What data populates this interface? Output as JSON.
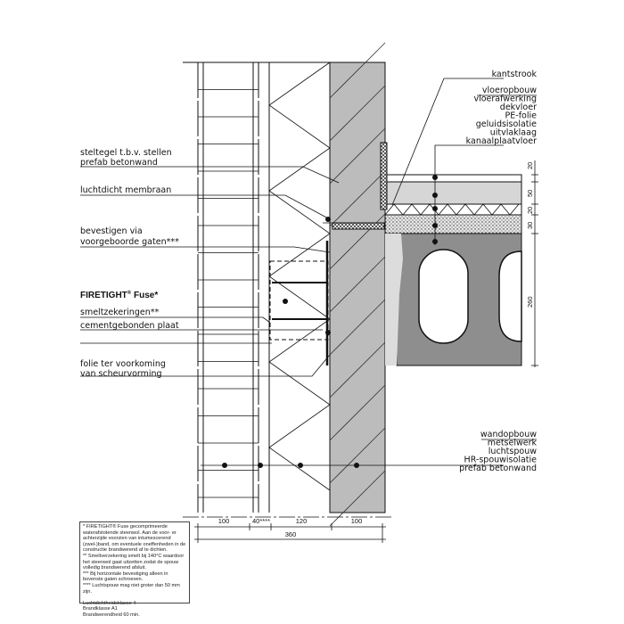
{
  "labels_left": {
    "steltegel": [
      "steltegel t.b.v. stellen",
      "prefab betonwand"
    ],
    "membraan": "luchtdicht membraan",
    "bevestigen": [
      "bevestigen via",
      "voorgeboorde gaten***"
    ],
    "firetight": "FIRETIGHT",
    "firetight_reg": "®",
    "firetight_suffix": " Fuse*",
    "smelt": "smeltzekeringen**",
    "cement": "cementgebonden plaat",
    "folie": [
      "folie ter voorkoming",
      "van scheurvorming"
    ]
  },
  "labels_right_top": {
    "kantstrook": "kantstrook",
    "items": [
      "vloeropbouw",
      "vloerafwerking",
      "dekvloer",
      "PE-folie",
      "geluidsisolatie",
      "uitvlaklaag",
      "kanaalplaatvloer"
    ]
  },
  "labels_right_bottom": [
    "wandopbouw",
    "metselwerk",
    "luchtspouw",
    "HR-spouwisolatie",
    "prefab betonwand"
  ],
  "dimensions_vertical": [
    "20",
    "50",
    "20",
    "30",
    "260"
  ],
  "dimensions_horizontal": [
    "100",
    "40****",
    "120",
    "100"
  ],
  "dimension_total": "360",
  "notes": [
    "* FIRETIGHT® Fuse gecomprimeerde waterafstotende steenwol. Aan de voor- er achterzijde voorzien van intumescerend (zwel-)band, om eventuele oneffenheden in de constructie brandwerend af te dichten.",
    "** Smeltverzekering smelt bij 140°C waardoor het steenwol gaat uitzetten zodat de spouw volledig brandwerend afsluit.",
    "*** Bij horizontale bevestiging alleen in bovenste gaten schroeven.",
    "**** Luchtspouw mag niet groter dan 50 mm zijn.",
    "",
    "Luchtdichtheidsklasse 4",
    "Brandklasse A1",
    "Brandwerendheid 60 min."
  ],
  "colors": {
    "concrete": "#bcbcbc",
    "slab": "#8e8e8e",
    "line": "#111111"
  }
}
